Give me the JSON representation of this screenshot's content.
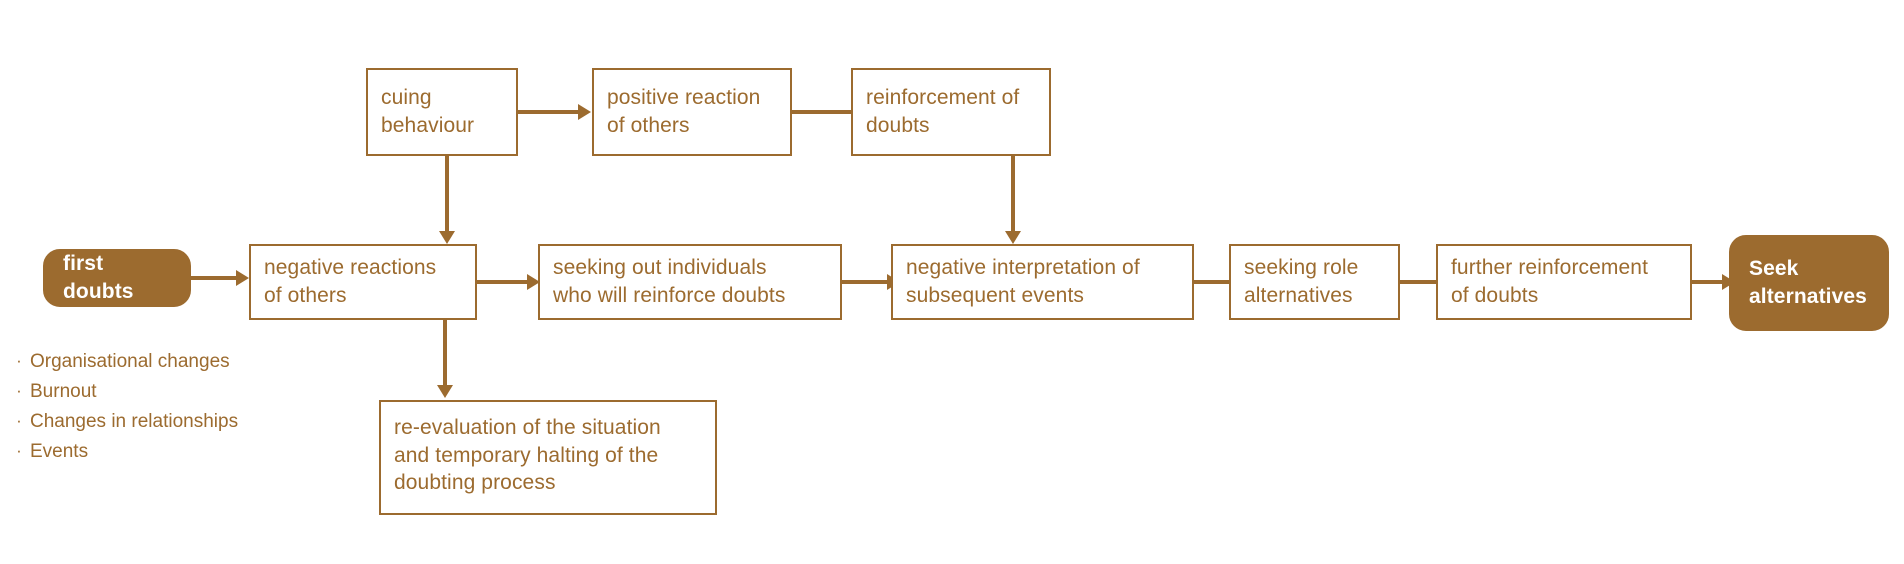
{
  "diagram": {
    "title": "Doubting process flowchart",
    "accent_color": "#9c6b2f",
    "background_color": "#ffffff",
    "text_on_accent_color": "#ffffff"
  },
  "nodes": {
    "first_doubts": {
      "label": "first doubts",
      "shape": "rounded-filled"
    },
    "cuing_behaviour": {
      "label": "cuing\nbehaviour",
      "shape": "rect"
    },
    "positive_reaction": {
      "label": "positive reaction\nof others",
      "shape": "rect"
    },
    "reinforcement_of_doubts": {
      "label": "reinforcement of\ndoubts",
      "shape": "rect"
    },
    "negative_reactions": {
      "label": "negative reactions\nof others",
      "shape": "rect"
    },
    "seeking_out_individuals": {
      "label": "seeking out individuals\nwho will reinforce doubts",
      "shape": "rect"
    },
    "negative_interpretation": {
      "label": "negative interpretation of\nsubsequent events",
      "shape": "rect"
    },
    "seeking_role_alternatives": {
      "label": "seeking role\nalternatives",
      "shape": "rect"
    },
    "further_reinforcement": {
      "label": "further reinforcement\nof doubts",
      "shape": "rect"
    },
    "seek_alternatives": {
      "label": "Seek\nalternatives",
      "shape": "rounded-filled"
    },
    "re_evaluation": {
      "label": "re-evaluation of the situation\nand temporary halting of the\ndoubting process",
      "shape": "rect"
    }
  },
  "bullets": {
    "marker": "·",
    "items": [
      {
        "label": "Organisational changes"
      },
      {
        "label": "Burnout"
      },
      {
        "label": "Changes in relationships"
      },
      {
        "label": "Events"
      }
    ]
  },
  "edges": [
    {
      "from": "first_doubts",
      "to": "negative_reactions",
      "direction": "right"
    },
    {
      "from": "cuing_behaviour",
      "to": "positive_reaction",
      "direction": "right"
    },
    {
      "from": "positive_reaction",
      "to": "reinforcement_of_doubts",
      "direction": "right"
    },
    {
      "from": "cuing_behaviour",
      "to": "negative_reactions",
      "direction": "down"
    },
    {
      "from": "reinforcement_of_doubts",
      "to": "negative_interpretation",
      "direction": "down"
    },
    {
      "from": "negative_reactions",
      "to": "seeking_out_individuals",
      "direction": "right"
    },
    {
      "from": "negative_reactions",
      "to": "re_evaluation",
      "direction": "down"
    },
    {
      "from": "seeking_out_individuals",
      "to": "negative_interpretation",
      "direction": "right"
    },
    {
      "from": "negative_interpretation",
      "to": "seeking_role_alternatives",
      "direction": "right"
    },
    {
      "from": "seeking_role_alternatives",
      "to": "further_reinforcement",
      "direction": "right"
    },
    {
      "from": "further_reinforcement",
      "to": "seek_alternatives",
      "direction": "right"
    }
  ]
}
